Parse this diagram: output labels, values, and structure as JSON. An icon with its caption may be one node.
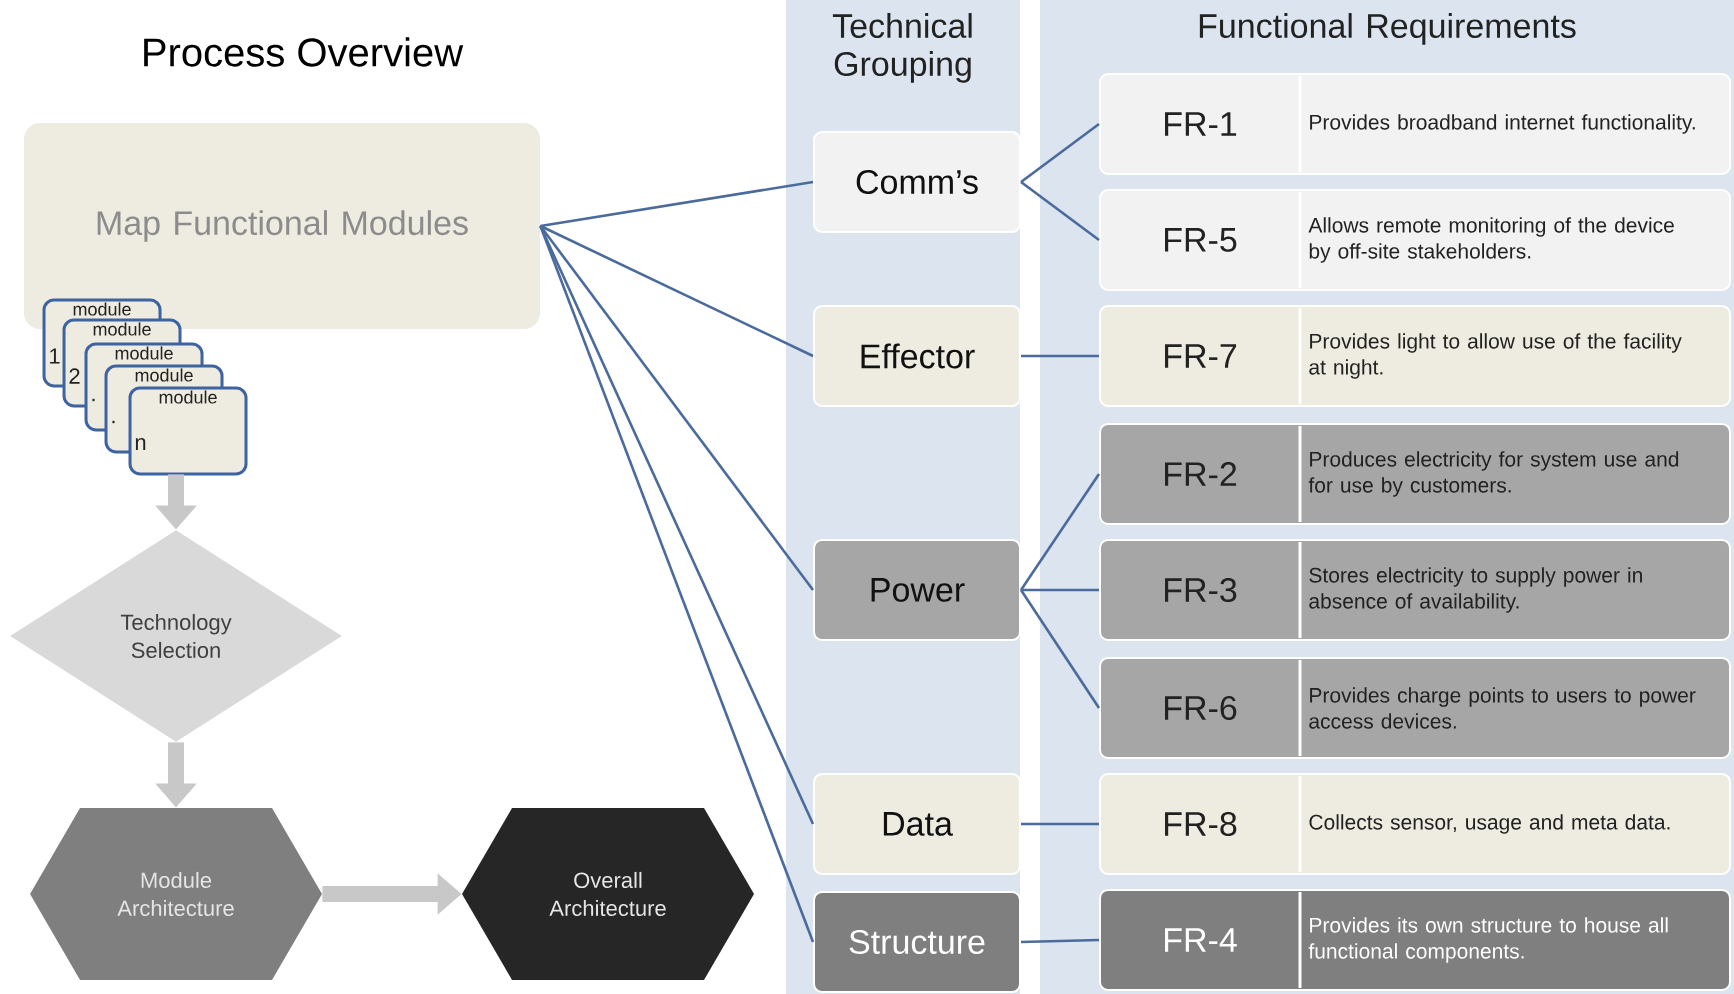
{
  "diagram": {
    "title": "Process Overview",
    "nodes": [
      {
        "text": [
          "Map Functional Modules"
        ]
      },
      {
        "text": [
          "module",
          "1",
          "module",
          "2",
          "module",
          ".",
          "module",
          ".",
          "module",
          "n"
        ]
      },
      {
        "text": [
          "Technology Selection"
        ]
      },
      {
        "text": [
          "Module Architecture"
        ]
      },
      {
        "text": [
          "Overall Architecture"
        ]
      },
      {
        "text": [
          "Technical Grouping"
        ]
      },
      {
        "text": [
          "Comm’s"
        ],
        "in": 5
      },
      {
        "text": [
          "Effector"
        ],
        "in": 5
      },
      {
        "text": [
          "Power"
        ],
        "in": 5
      },
      {
        "text": [
          "Data"
        ],
        "in": 5
      },
      {
        "text": [
          "Structure"
        ],
        "in": 5
      },
      {
        "text": [
          "Functional Requirements"
        ]
      },
      {
        "text": [
          "FR-1",
          "Provides broadband internet functionality."
        ],
        "in": 11
      },
      {
        "text": [
          "FR-5",
          "Allows remote monitoring of the device by off-site stakeholders."
        ],
        "in": 11
      },
      {
        "text": [
          "FR-7",
          "Provides light to allow use of the facility at night."
        ],
        "in": 11
      },
      {
        "text": [
          "FR-2",
          "Produces electricity for system use and for use by customers."
        ],
        "in": 11
      },
      {
        "text": [
          "FR-3",
          "Stores electricity to supply power in absence of availability."
        ],
        "in": 11
      },
      {
        "text": [
          "FR-6",
          "Provides charge points to users to power access devices."
        ],
        "in": 11
      },
      {
        "text": [
          "FR-8",
          "Collects sensor, usage and meta data."
        ],
        "in": 11
      },
      {
        "text": [
          "FR-4",
          "Provides its own structure to house all functional components."
        ],
        "in": 11
      }
    ],
    "edges": [
      {
        "from": 0,
        "to": 6,
        "arrow": "none"
      },
      {
        "from": 0,
        "to": 7,
        "arrow": "none"
      },
      {
        "from": 0,
        "to": 8,
        "arrow": "none"
      },
      {
        "from": 0,
        "to": 9,
        "arrow": "none"
      },
      {
        "from": 0,
        "to": 10,
        "arrow": "none"
      },
      {
        "from": 6,
        "to": 12,
        "arrow": "none"
      },
      {
        "from": 6,
        "to": 13,
        "arrow": "none"
      },
      {
        "from": 7,
        "to": 14,
        "arrow": "none"
      },
      {
        "from": 8,
        "to": 15,
        "arrow": "none"
      },
      {
        "from": 8,
        "to": 16,
        "arrow": "none"
      },
      {
        "from": 8,
        "to": 17,
        "arrow": "none"
      },
      {
        "from": 9,
        "to": 18,
        "arrow": "none"
      },
      {
        "from": 10,
        "to": 19,
        "arrow": "none"
      },
      {
        "from": 1,
        "to": 2,
        "arrow": "to",
        "style": "thick",
        "color": "#c8c8c8"
      },
      {
        "from": 2,
        "to": 3,
        "arrow": "to",
        "style": "thick",
        "color": "#c8c8c8"
      },
      {
        "from": 3,
        "to": 4,
        "arrow": "to",
        "style": "thick",
        "color": "#c8c8c8"
      }
    ]
  }
}
